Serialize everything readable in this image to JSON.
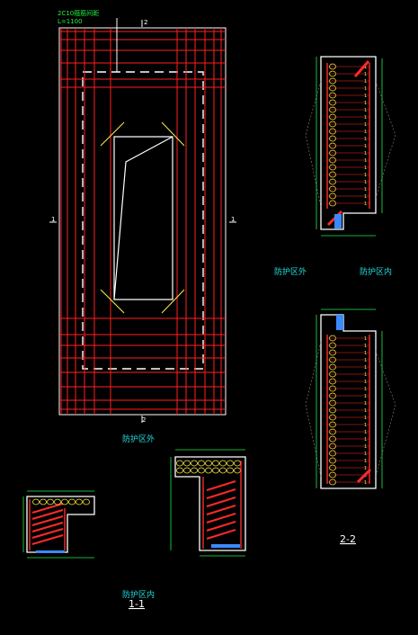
{
  "plan": {
    "note_line1": "2C10箍筋间距",
    "note_line2": "L=1100",
    "sec_top": "2",
    "sec_bottom": "2",
    "sec_left": "1",
    "sec_right": "1",
    "outside_label": "防护区外"
  },
  "section_2_2": {
    "title": "2-2",
    "label_outside": "防护区外",
    "label_inside": "防护区内"
  },
  "section_1_1": {
    "title": "1-1",
    "label_inside": "防护区内"
  },
  "colors": {
    "background": "#000000",
    "outline": "#ffffff",
    "rebar": "#ff2a2a",
    "dimension": "#22ee44",
    "annotation": "#ffee44",
    "label": "#22dddd",
    "blue_plate": "#3a8aff"
  }
}
